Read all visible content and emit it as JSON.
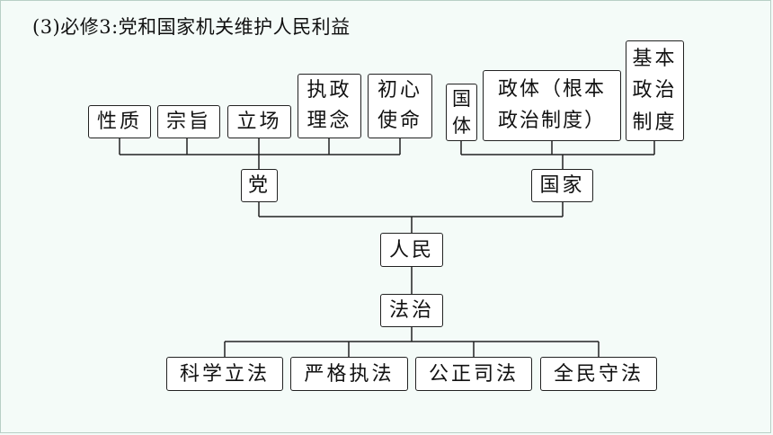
{
  "title": "(3)必修3:党和国家机关维护人民利益",
  "party": {
    "attributes": [
      "性质",
      "宗旨",
      "立场",
      "执政\n理念",
      "初心\n使命"
    ],
    "label": "党"
  },
  "state": {
    "attributes": [
      "国\n体",
      "政体（根本\n政治制度）",
      "基本\n政治\n制度"
    ],
    "label": "国家"
  },
  "people": "人民",
  "rule_of_law": "法治",
  "law_items": [
    "科学立法",
    "严格执法",
    "公正司法",
    "全民守法"
  ]
}
